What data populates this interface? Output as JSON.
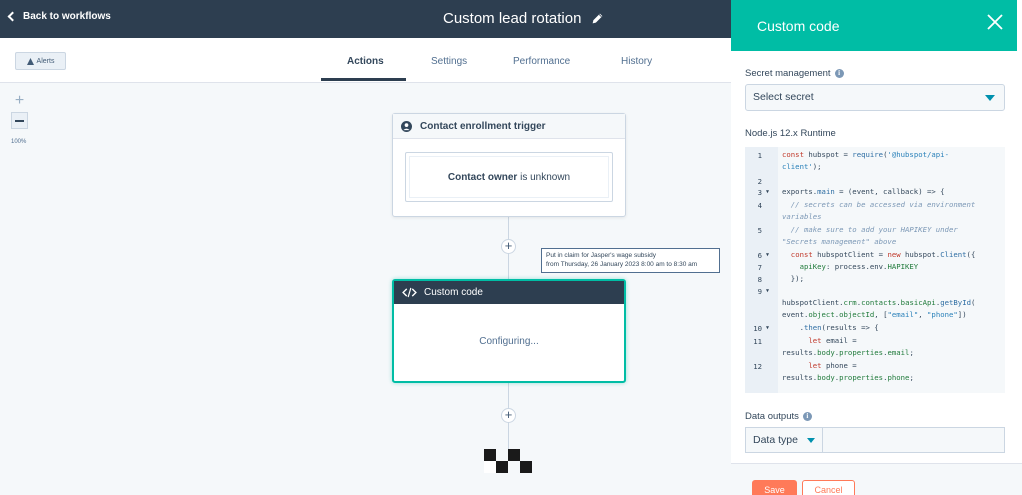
{
  "topbar": {
    "back_label": "Back to workflows",
    "workflow_title": "Custom lead rotation"
  },
  "tabs_bar": {
    "alerts_label": "Alerts",
    "tabs": [
      {
        "label": "Actions",
        "active": true
      },
      {
        "label": "Settings",
        "active": false
      },
      {
        "label": "Performance",
        "active": false
      },
      {
        "label": "History",
        "active": false
      }
    ]
  },
  "zoom": {
    "in_label": "+",
    "level": "100%"
  },
  "trigger": {
    "title": "Contact enrollment trigger",
    "filter_property": "Contact owner",
    "filter_condition": " is unknown"
  },
  "tooltip": {
    "line1": "Put in claim for Jasper's wage subsidy",
    "line2": "from Thursday, 26 January 2023 8:00 am to  8:30 am"
  },
  "code_action": {
    "title": "Custom code",
    "status": "Configuring..."
  },
  "panel": {
    "title": "Custom code",
    "secret_label": "Secret management",
    "secret_placeholder": "Select secret",
    "runtime_label": "Node.js 12.x Runtime",
    "outputs_label": "Data outputs",
    "data_type_label": "Data type",
    "save_label": "Save",
    "cancel_label": "Cancel"
  },
  "colors": {
    "topbar": "#2d3e50",
    "accent_teal": "#00bda5",
    "save_orange": "#ff7a59"
  }
}
